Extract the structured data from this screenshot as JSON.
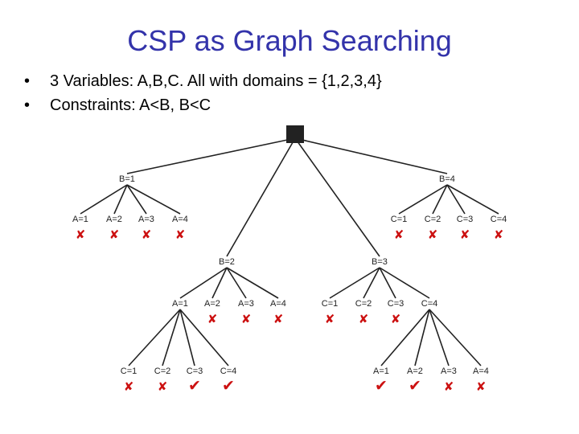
{
  "title": "CSP as Graph Searching",
  "bullets": [
    "3 Variables: A,B,C. All with domains = {1,2,3,4}",
    "Constraints: A<B, B<C"
  ],
  "colors": {
    "title": "#3333aa",
    "fail": "#cc1111",
    "ok": "#cc1111",
    "edge": "#222222",
    "root": "#222222"
  },
  "tree": {
    "root": {
      "shape": "square"
    },
    "level1": [
      {
        "label": "B=1",
        "children": [
          {
            "label": "A=1",
            "mark": "fail"
          },
          {
            "label": "A=2",
            "mark": "fail"
          },
          {
            "label": "A=3",
            "mark": "fail"
          },
          {
            "label": "A=4",
            "mark": "fail"
          }
        ]
      },
      {
        "label": "B=2",
        "children": [
          {
            "label": "A=1",
            "mark": "",
            "children": [
              {
                "label": "C=1",
                "mark": "fail"
              },
              {
                "label": "C=2",
                "mark": "fail"
              },
              {
                "label": "C=3",
                "mark": "ok"
              },
              {
                "label": "C=4",
                "mark": "ok"
              }
            ]
          },
          {
            "label": "A=2",
            "mark": "fail"
          },
          {
            "label": "A=3",
            "mark": "fail"
          },
          {
            "label": "A=4",
            "mark": "fail"
          }
        ]
      },
      {
        "label": "B=3",
        "children": [
          {
            "label": "C=1",
            "mark": "fail"
          },
          {
            "label": "C=2",
            "mark": "fail"
          },
          {
            "label": "C=3",
            "mark": "fail"
          },
          {
            "label": "C=4",
            "mark": "",
            "children": [
              {
                "label": "A=1",
                "mark": "ok"
              },
              {
                "label": "A=2",
                "mark": "ok"
              },
              {
                "label": "A=3",
                "mark": "fail"
              },
              {
                "label": "A=4",
                "mark": "fail"
              }
            ]
          }
        ]
      },
      {
        "label": "B=4",
        "children": [
          {
            "label": "C=1",
            "mark": "fail"
          },
          {
            "label": "C=2",
            "mark": "fail"
          },
          {
            "label": "C=3",
            "mark": "fail"
          },
          {
            "label": "C=4",
            "mark": "fail"
          }
        ]
      }
    ]
  }
}
